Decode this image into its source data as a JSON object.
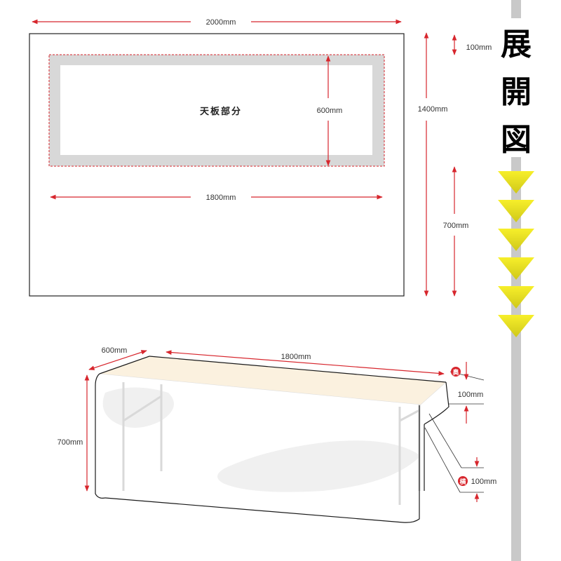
{
  "title_chars": [
    "展",
    "開",
    "図"
  ],
  "top_view": {
    "width_label": "2000mm",
    "inner_width_label": "1800mm",
    "area_label": "天板部分",
    "inner_height_label": "600mm",
    "top_margin_label": "100mm",
    "total_height_label": "1400mm",
    "drop_label": "700mm"
  },
  "perspective_view": {
    "depth_label": "600mm",
    "length_label": "1800mm",
    "height_label": "700mm",
    "back_badge": "奥",
    "back_margin_label": "100mm",
    "side_badge": "横",
    "side_margin_label": "100mm"
  },
  "colors": {
    "dimension_arrow": "#d7262d",
    "gray_band": "#d8d8d8",
    "table_top": "#fbf1df",
    "triangle": "#f5ec1c",
    "badge": "#d7262d",
    "side_bar": "#c9c9c9"
  }
}
